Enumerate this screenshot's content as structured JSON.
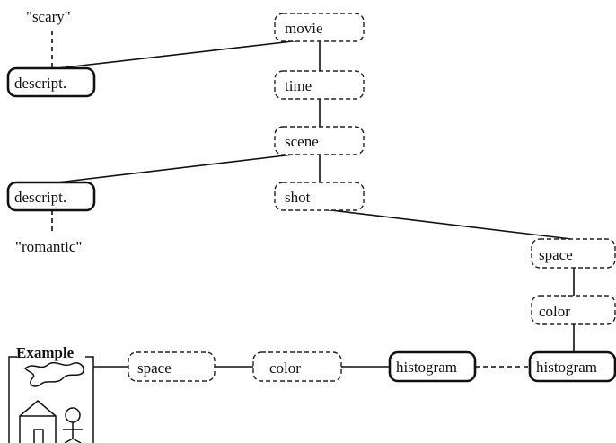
{
  "nodes": {
    "movie": "movie",
    "time": "time",
    "scene": "scene",
    "shot": "shot",
    "descript_top": "descript.",
    "descript_mid": "descript.",
    "space_right": "space",
    "color_right": "color",
    "histogram_right": "histogram",
    "space_bottom": "space",
    "color_bottom": "color",
    "histogram_bottom": "histogram"
  },
  "values": {
    "scary": "\"scary\"",
    "romantic": "\"romantic\""
  },
  "example": {
    "label": "Example"
  }
}
